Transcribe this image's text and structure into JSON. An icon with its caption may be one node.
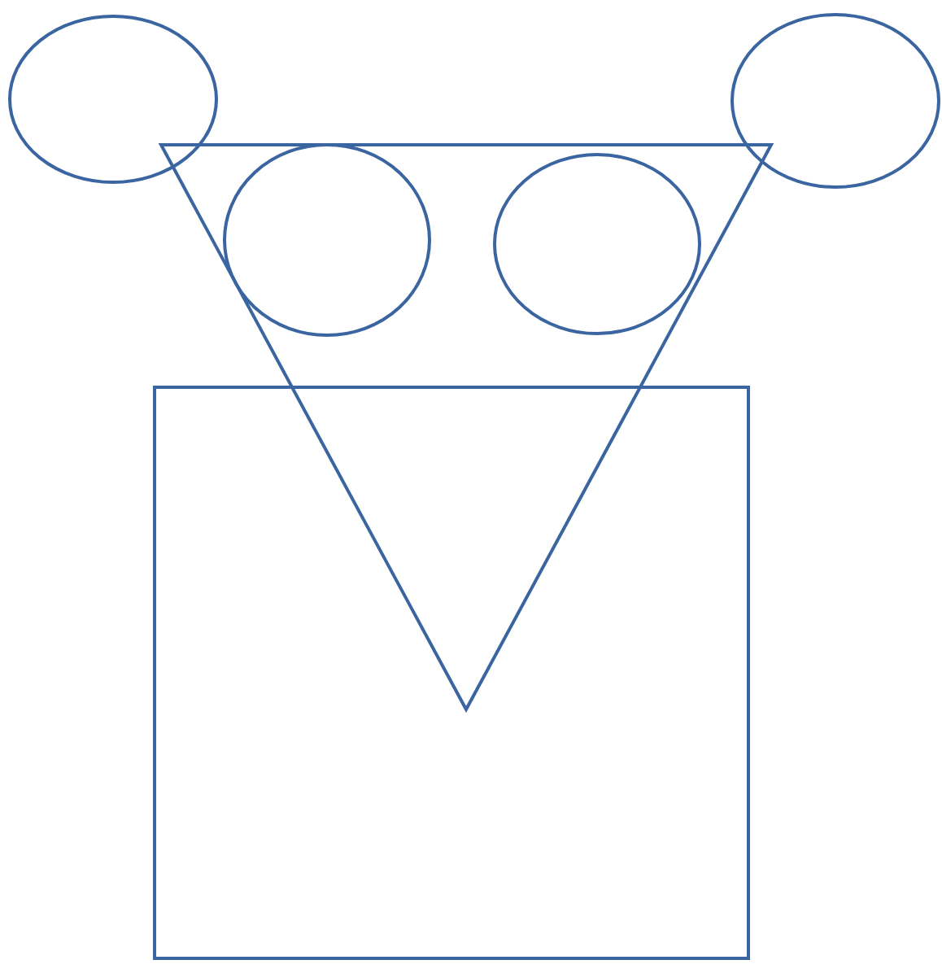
{
  "diagram": {
    "nodes": [
      {
        "text": [],
        "shape": "circle"
      },
      {
        "text": [],
        "shape": "circle"
      },
      {
        "text": [],
        "shape": "triangle"
      },
      {
        "text": [],
        "shape": "circle",
        "in": 2
      },
      {
        "text": [],
        "shape": "circle",
        "in": 2
      },
      {
        "text": [],
        "shape": "box"
      }
    ]
  }
}
